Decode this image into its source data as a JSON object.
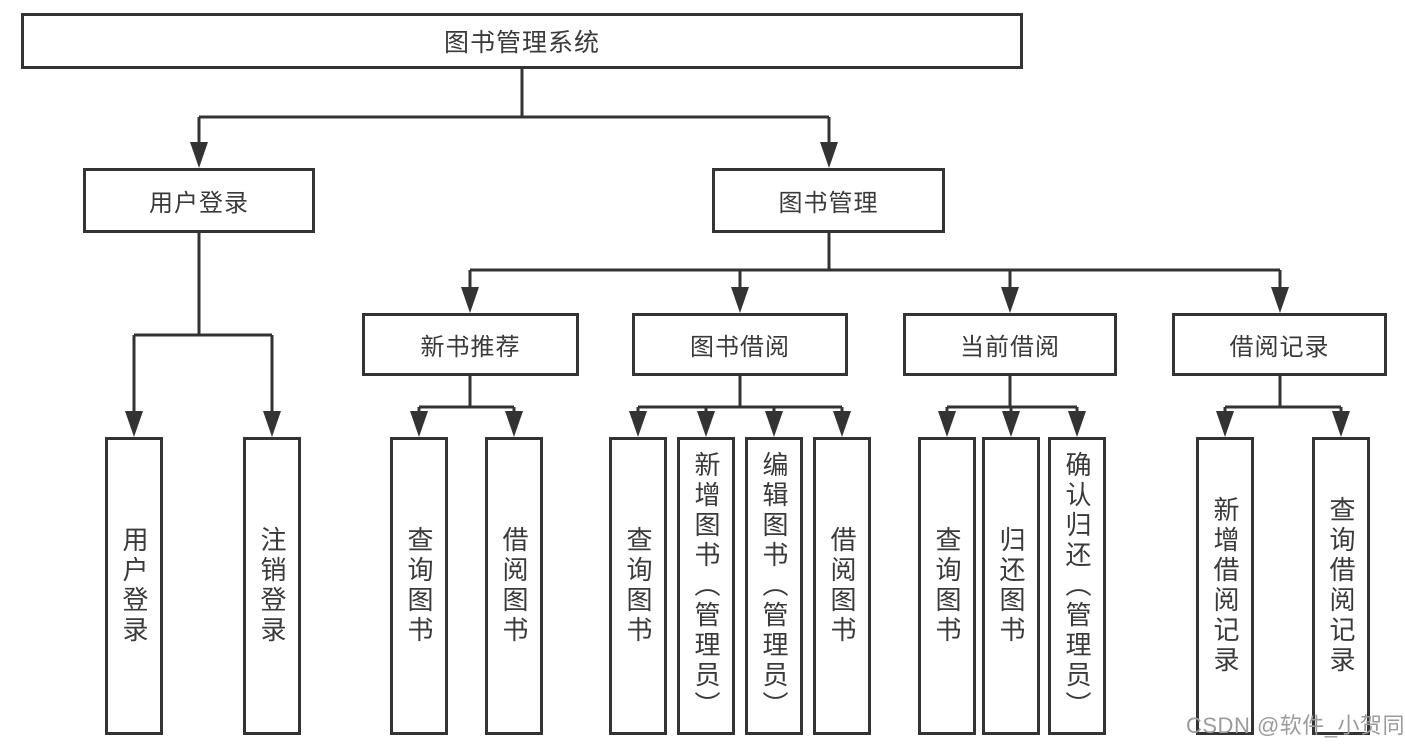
{
  "tree": {
    "label": "图书管理系统",
    "children": [
      {
        "label": "用户登录",
        "children": [
          {
            "label": "用户登录"
          },
          {
            "label": "注销登录"
          }
        ]
      },
      {
        "label": "图书管理",
        "children": [
          {
            "label": "新书推荐",
            "children": [
              {
                "label": "查询图书"
              },
              {
                "label": "借阅图书"
              }
            ]
          },
          {
            "label": "图书借阅",
            "children": [
              {
                "label": "查询图书"
              },
              {
                "label": "新增图书（管理员）"
              },
              {
                "label": "编辑图书（管理员）"
              },
              {
                "label": "借阅图书"
              }
            ]
          },
          {
            "label": "当前借阅",
            "children": [
              {
                "label": "查询图书"
              },
              {
                "label": "归还图书"
              },
              {
                "label": "确认归还（管理员）"
              }
            ]
          },
          {
            "label": "借阅记录",
            "children": [
              {
                "label": "新增借阅记录"
              },
              {
                "label": "查询借阅记录"
              }
            ]
          }
        ]
      }
    ]
  },
  "watermark": {
    "text": "CSDN @软件_小贺同学"
  },
  "colors": {
    "line": "#333333",
    "box_border": "#333333",
    "box_background": "#ffffff",
    "text": "#3a3a3a",
    "watermark": "#9b9b9b"
  }
}
